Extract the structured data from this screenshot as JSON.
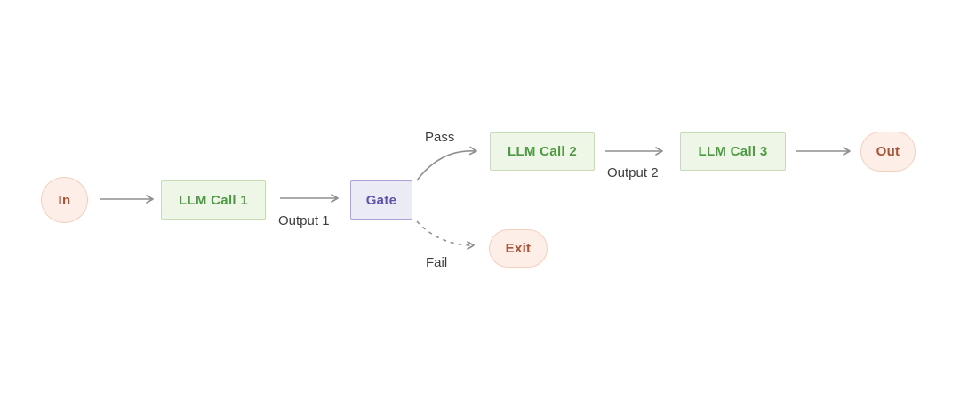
{
  "diagram": {
    "title": "prompt-chaining-workflow",
    "nodes": {
      "in": {
        "label": "In",
        "shape": "circle",
        "color_role": "terminal-pink"
      },
      "llm_call_1": {
        "label": "LLM Call 1",
        "shape": "rect",
        "color_role": "process-green"
      },
      "gate": {
        "label": "Gate",
        "shape": "rect",
        "color_role": "decision-purple"
      },
      "llm_call_2": {
        "label": "LLM Call 2",
        "shape": "rect",
        "color_role": "process-green"
      },
      "llm_call_3": {
        "label": "LLM Call 3",
        "shape": "rect",
        "color_role": "process-green"
      },
      "out": {
        "label": "Out",
        "shape": "pill",
        "color_role": "terminal-pink"
      },
      "exit": {
        "label": "Exit",
        "shape": "pill",
        "color_role": "terminal-pink"
      }
    },
    "edge_labels": {
      "output_1": "Output 1",
      "pass": "Pass",
      "fail": "Fail",
      "output_2": "Output 2"
    },
    "edges": [
      {
        "from": "in",
        "to": "llm_call_1",
        "style": "solid"
      },
      {
        "from": "llm_call_1",
        "to": "gate",
        "style": "solid",
        "label": "Output 1"
      },
      {
        "from": "gate",
        "to": "llm_call_2",
        "style": "solid",
        "label": "Pass"
      },
      {
        "from": "gate",
        "to": "exit",
        "style": "dashed",
        "label": "Fail"
      },
      {
        "from": "llm_call_2",
        "to": "llm_call_3",
        "style": "solid",
        "label": "Output 2"
      },
      {
        "from": "llm_call_3",
        "to": "out",
        "style": "solid"
      }
    ],
    "colors": {
      "background": "#ffffff",
      "process_green_fill": "#eef6e8",
      "process_green_border": "#c7dcb4",
      "process_green_text": "#4e9a40",
      "decision_purple_fill": "#ebebf5",
      "decision_purple_border": "#a9a5d5",
      "decision_purple_text": "#5b54ac",
      "terminal_pink_fill": "#fdeee8",
      "terminal_pink_border": "#f2cfc0",
      "terminal_pink_text": "#a85438",
      "arrow_gray": "#8f8f8f",
      "edge_label_text": "#3d3d3d"
    }
  }
}
